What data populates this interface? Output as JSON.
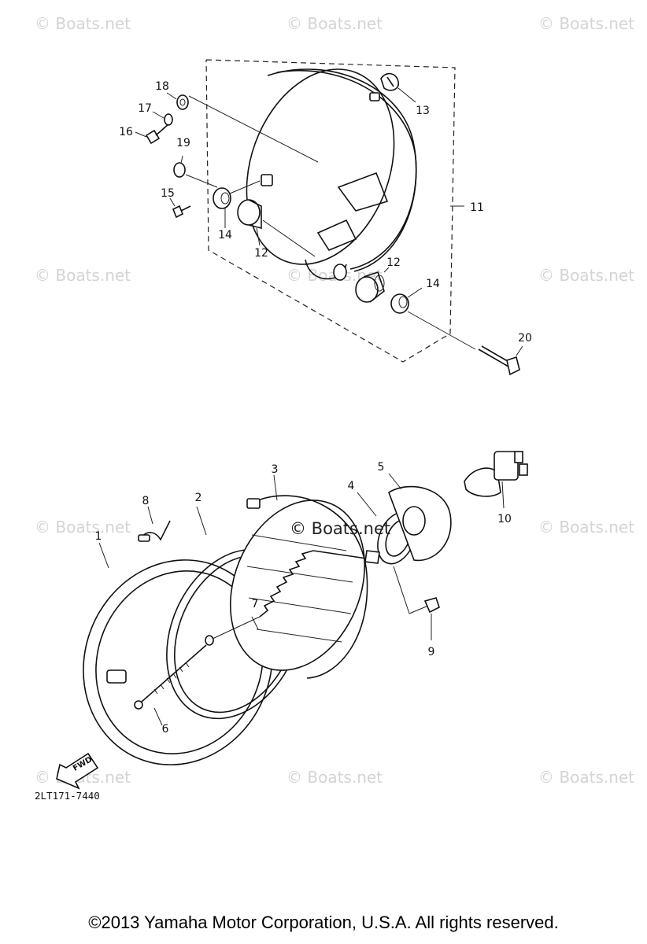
{
  "watermark": "© Boats.net",
  "center_watermark": "© Boats.net",
  "diagram_code": "2LT171-7440",
  "copyright": "©2013 Yamaha Motor Corporation, U.S.A. All rights reserved.",
  "fwd_label": "FWD",
  "callouts": {
    "c1": "1",
    "c2": "2",
    "c3": "3",
    "c4": "4",
    "c5": "5",
    "c6": "6",
    "c7": "7",
    "c8": "8",
    "c9": "9",
    "c10": "10",
    "c11": "11",
    "c12a": "12",
    "c12b": "12",
    "c13": "13",
    "c14a": "14",
    "c14b": "14",
    "c15": "15",
    "c16": "16",
    "c17": "17",
    "c18": "18",
    "c19": "19",
    "c20": "20"
  }
}
